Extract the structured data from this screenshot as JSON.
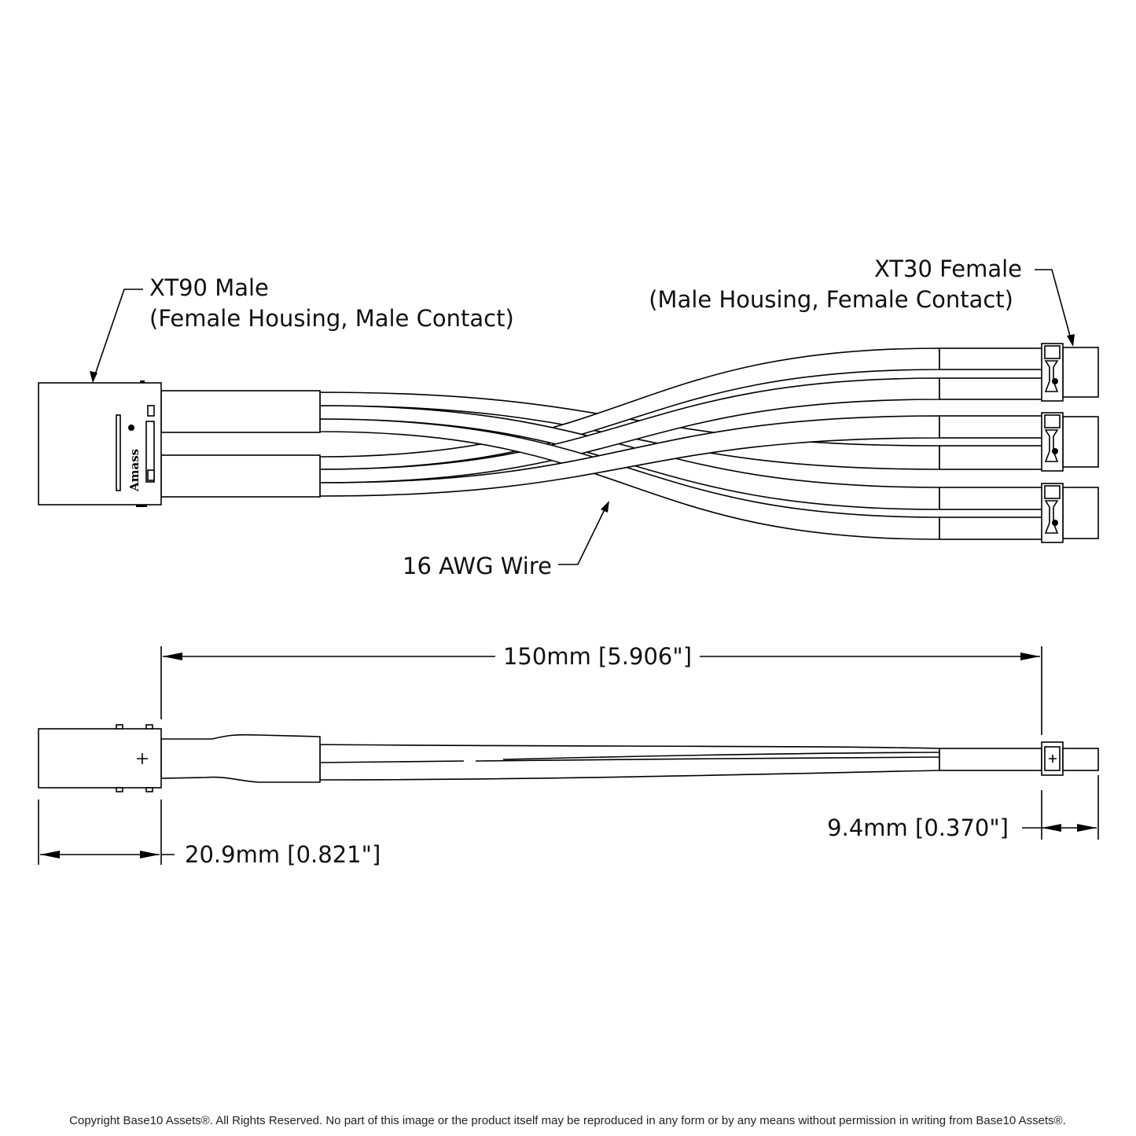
{
  "labels": {
    "xt90_title": "XT90 Male",
    "xt90_sub": "(Female Housing, Male Contact)",
    "xt30_title": "XT30 Female",
    "xt30_sub": "(Male Housing, Female Contact)",
    "wire": "16 AWG Wire"
  },
  "dimensions": {
    "overall_length": "150mm [5.906\"]",
    "xt90_length": "20.9mm [0.821\"]",
    "xt30_length": "9.4mm [0.370\"]"
  },
  "logo_text": "Amass",
  "footer": "Copyright Base10 Assets®.  All Rights Reserved. No part of this image or the product itself may be reproduced in any form or by any means without permission in writing from Base10 Assets®."
}
